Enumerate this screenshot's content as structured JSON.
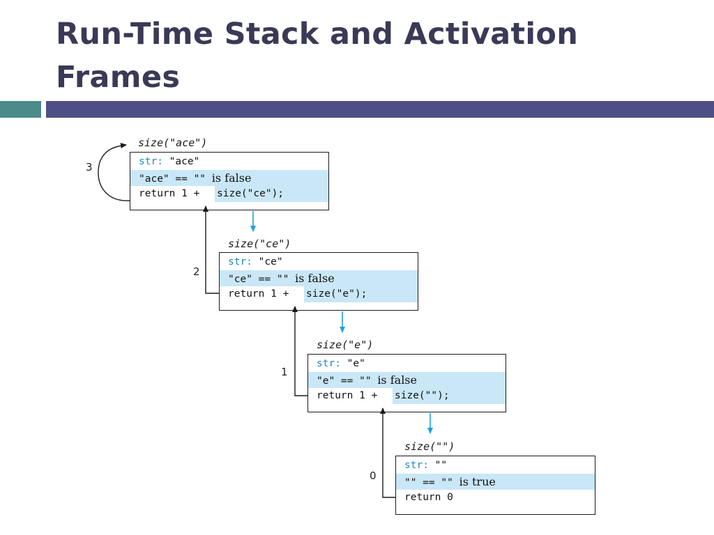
{
  "title": {
    "line1": "Run-Time Stack and Activation",
    "line2": "Frames"
  },
  "colors": {
    "title_text": "#3a3a57",
    "bar_teal": "#4b8b8a",
    "bar_indigo": "#4f4f86",
    "highlight": "#c9e7f7",
    "call_arrow": "#1ea0e0",
    "keyword": "#1e88c8"
  },
  "frames": [
    {
      "label": "size(\"ace\")",
      "str_key": "str:",
      "str_val": "\"ace\"",
      "cond_code": "\"ace\" == \"\"",
      "cond_text": "is false",
      "ret_left": "return 1 +",
      "ret_right": "size(\"ce\");",
      "step": "3"
    },
    {
      "label": "size(\"ce\")",
      "str_key": "str:",
      "str_val": "\"ce\"",
      "cond_code": "\"ce\" == \"\"",
      "cond_text": "is false",
      "ret_left": "return 1 +",
      "ret_right": "size(\"e\");",
      "step": "2"
    },
    {
      "label": "size(\"e\")",
      "str_key": "str:",
      "str_val": "\"e\"",
      "cond_code": "\"e\" == \"\"",
      "cond_text": "is false",
      "ret_left": "return 1 +",
      "ret_right": "size(\"\");",
      "step": "1"
    },
    {
      "label": "size(\"\")",
      "str_key": "str:",
      "str_val": "\"\"",
      "cond_code": "\"\" == \"\"",
      "cond_text": "is true",
      "ret_left": "return 0",
      "step": "0"
    }
  ]
}
